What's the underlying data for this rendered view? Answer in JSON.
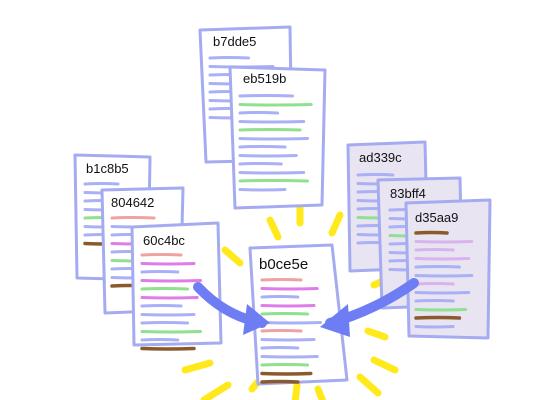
{
  "colors": {
    "paper_outline": "#a5abf0",
    "paper_fill": "#ffffff",
    "paper_fill_shaded": "#e9e4f1",
    "blue_line": "#aab0f5",
    "green_line": "#8fe08f",
    "pink_line": "#f0a2a2",
    "magenta_line": "#df7ce8",
    "lavender_line": "#d9b3ef",
    "brown_line": "#8a5a2c",
    "burst": "#ffe91a",
    "arrow": "#6f7df4"
  },
  "documents": [
    {
      "id": "b7dde5",
      "label": "b7dde5"
    },
    {
      "id": "eb519b",
      "label": "eb519b"
    },
    {
      "id": "b1c8b5",
      "label": "b1c8b5"
    },
    {
      "id": "804642",
      "label": "804642"
    },
    {
      "id": "60c4bc",
      "label": "60c4bc"
    },
    {
      "id": "ad339c",
      "label": "ad339c"
    },
    {
      "id": "83bff4",
      "label": "83bff4"
    },
    {
      "id": "d35aa9",
      "label": "d35aa9"
    },
    {
      "id": "b0ce5e",
      "label": "b0ce5e"
    }
  ],
  "icons": {
    "burst": "sunburst-rays-icon",
    "left_arrow": "curved-arrow-right-icon",
    "right_arrow": "curved-arrow-left-icon"
  }
}
